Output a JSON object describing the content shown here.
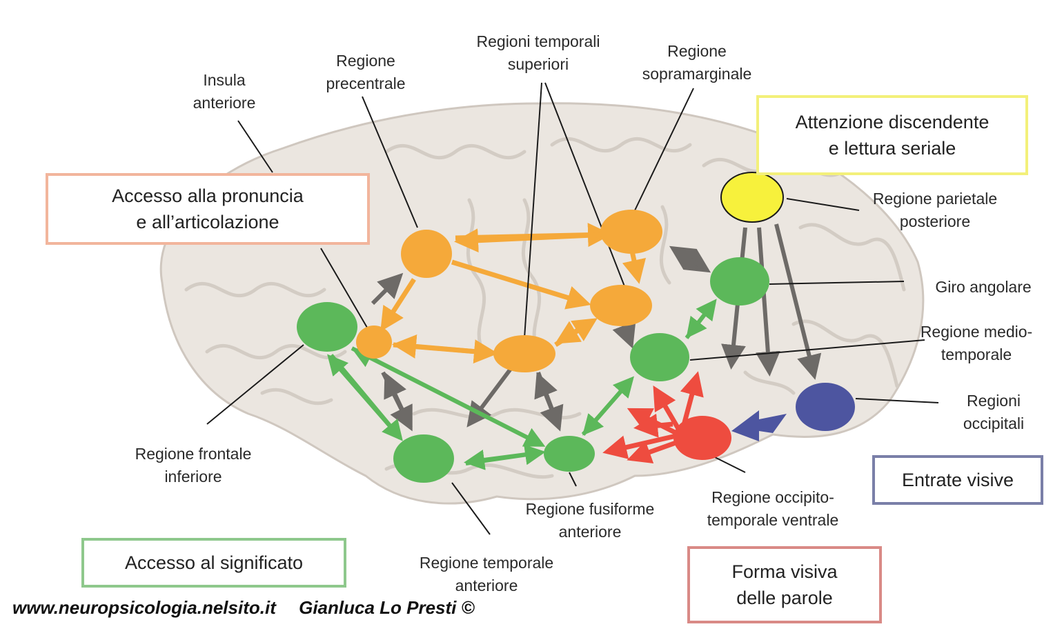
{
  "colors": {
    "orange": "#f5a93a",
    "green": "#5cb85a",
    "yellow": "#f7f13c",
    "red": "#ee4c3f",
    "blue": "#4d55a0",
    "gray_arrow": "#6d6a67",
    "box_orange": "#f2b59c",
    "box_yellow": "#f3f07a",
    "box_green": "#8ec88c",
    "box_red": "#d98a86",
    "box_blue": "#7a7fa8"
  },
  "boxes": {
    "pronuncia": "Accesso alla pronuncia\ne all’articolazione",
    "attenzione": "Attenzione discendente\ne lettura seriale",
    "significato": "Accesso al significato",
    "entrate": "Entrate visive",
    "forma": "Forma visiva\ndelle parole"
  },
  "labels": {
    "insula": "Insula\nanteriore",
    "precentrale": "Regione\nprecentrale",
    "temporali_superiori": "Regioni temporali\nsuperiori",
    "sopramarginale": "Regione\nsopramarginale",
    "parietale_posteriore": "Regione parietale\nposteriore",
    "giro_angolare": "Giro angolare",
    "medio_temporale": "Regione medio-\ntemporale",
    "occipitali": "Regioni\noccipitali",
    "frontale_inferiore": "Regione frontale\ninferiore",
    "fusiforme": "Regione fusiforme\nanteriore",
    "occipito_temporale": "Regione occipito-\ntemporale ventrale",
    "temporale_anteriore": "Regione temporale\nanteriore"
  },
  "credit": {
    "site": "www.neuropsicologia.nelsito.it",
    "author": "Gianluca Lo Presti ©"
  }
}
